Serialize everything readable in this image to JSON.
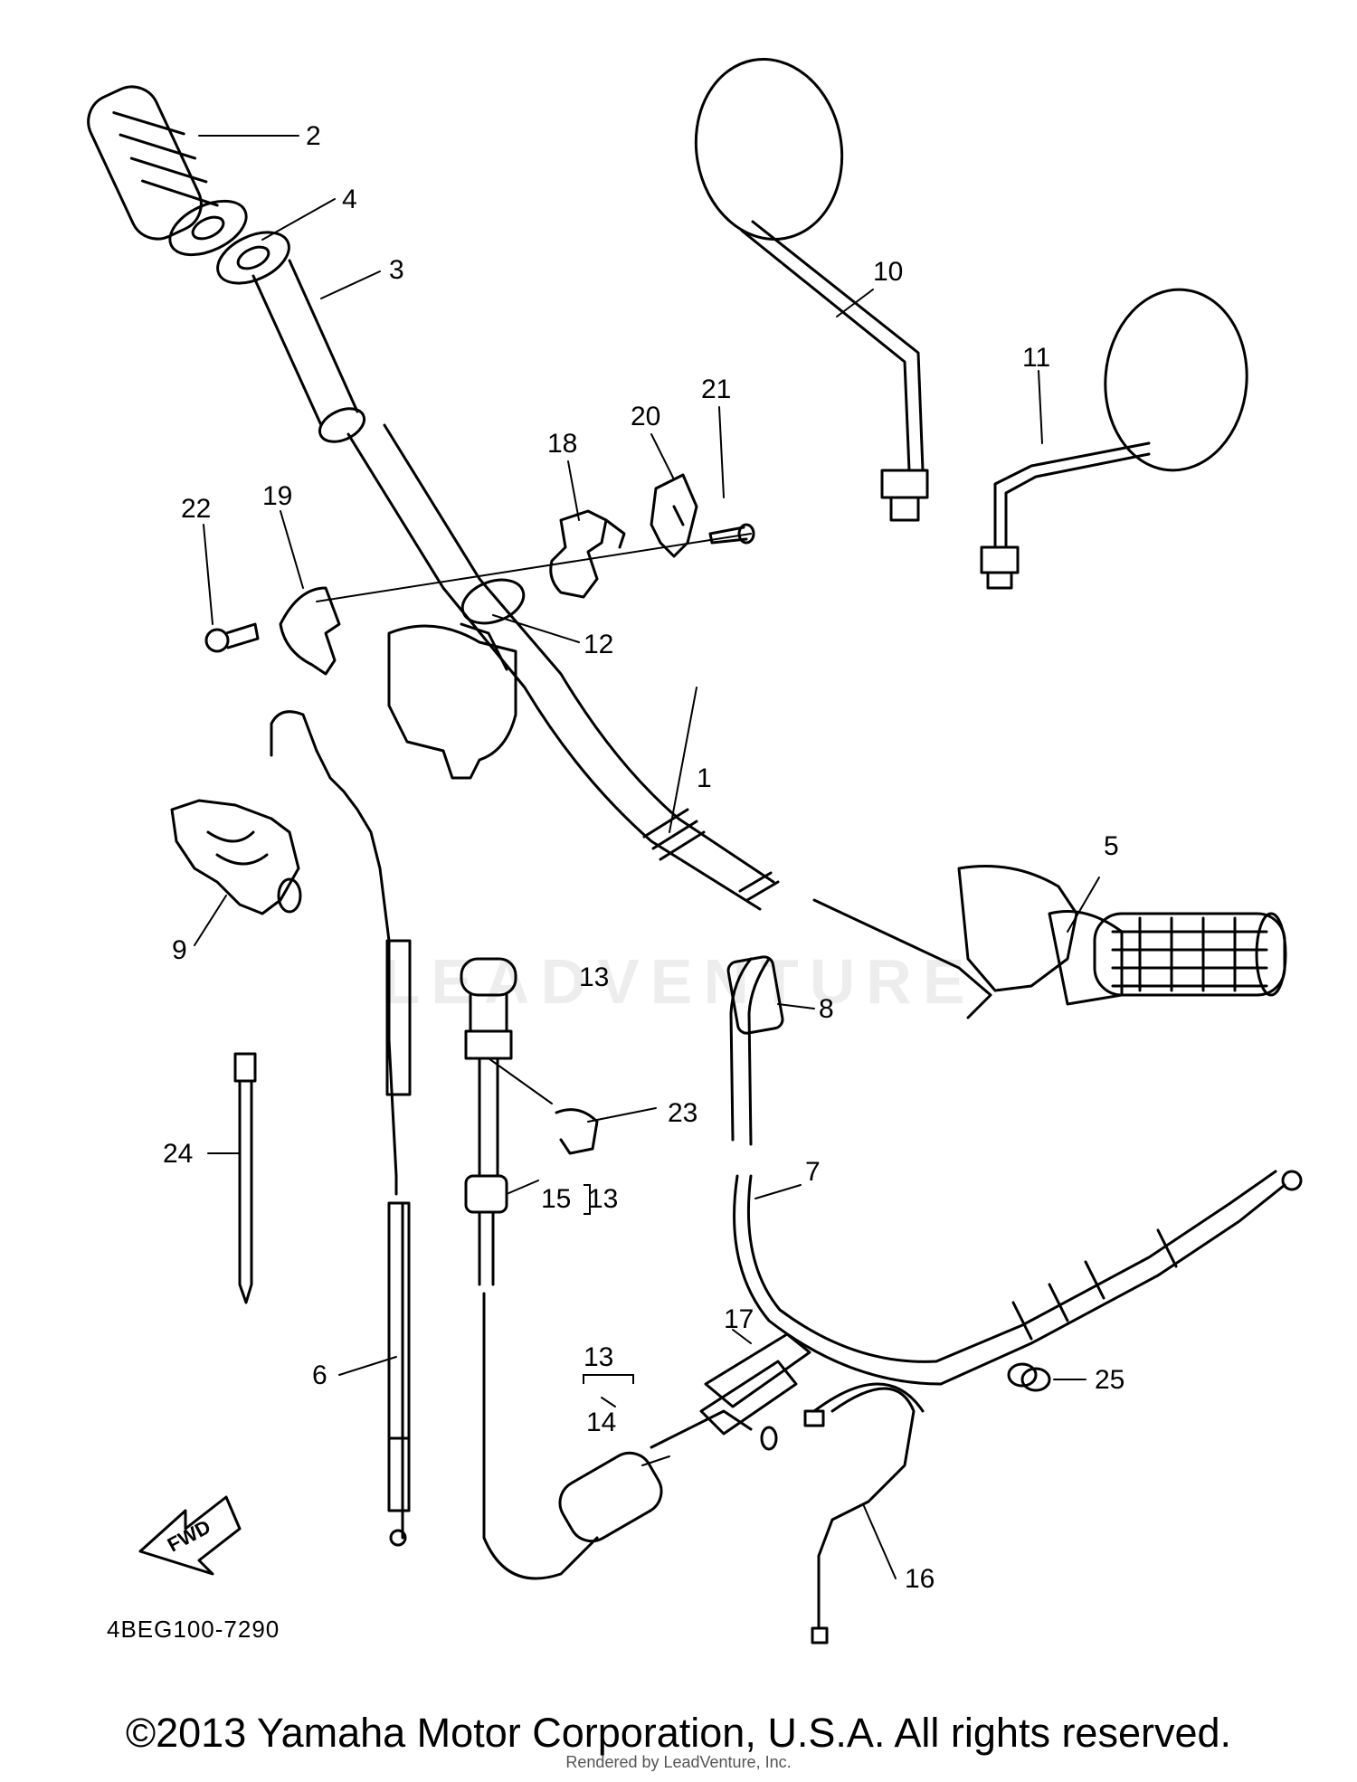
{
  "callouts": [
    {
      "id": "1",
      "text": "1"
    },
    {
      "id": "2",
      "text": "2"
    },
    {
      "id": "3",
      "text": "3"
    },
    {
      "id": "4",
      "text": "4"
    },
    {
      "id": "5",
      "text": "5"
    },
    {
      "id": "6",
      "text": "6"
    },
    {
      "id": "7",
      "text": "7"
    },
    {
      "id": "8",
      "text": "8"
    },
    {
      "id": "9",
      "text": "9"
    },
    {
      "id": "10",
      "text": "10"
    },
    {
      "id": "11",
      "text": "11"
    },
    {
      "id": "12",
      "text": "12"
    },
    {
      "id": "13a",
      "text": "13"
    },
    {
      "id": "13b",
      "text": "13"
    },
    {
      "id": "13c",
      "text": "13"
    },
    {
      "id": "14",
      "text": "14"
    },
    {
      "id": "15",
      "text": "15"
    },
    {
      "id": "16",
      "text": "16"
    },
    {
      "id": "17",
      "text": "17"
    },
    {
      "id": "18",
      "text": "18"
    },
    {
      "id": "19",
      "text": "19"
    },
    {
      "id": "20",
      "text": "20"
    },
    {
      "id": "21",
      "text": "21"
    },
    {
      "id": "22",
      "text": "22"
    },
    {
      "id": "23",
      "text": "23"
    },
    {
      "id": "24",
      "text": "24"
    },
    {
      "id": "25",
      "text": "25"
    }
  ],
  "fwd_label": "FWD",
  "diagram_code": "4BEG100-7290",
  "watermark": "LEADVENTURE",
  "copyright": "©2013 Yamaha Motor Corporation, U.S.A. All rights reserved.",
  "rendered_by": "Rendered by LeadVenture, Inc."
}
